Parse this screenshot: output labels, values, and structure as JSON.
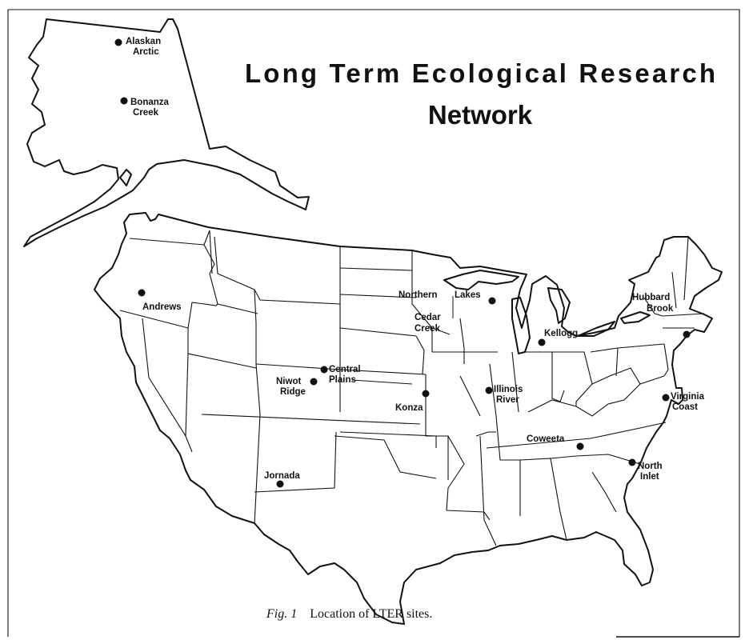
{
  "title": {
    "line1": "Long Term Ecological Research",
    "line2": "Network"
  },
  "caption": {
    "label": "Fig. 1",
    "text": "Location of LTER sites."
  },
  "colors": {
    "ink": "#111111",
    "paper": "#ffffff"
  },
  "sites": [
    {
      "id": "alaskan-arctic",
      "lines": [
        "Alaskan",
        "Arctic"
      ]
    },
    {
      "id": "bonanza-creek",
      "lines": [
        "Bonanza",
        "Creek"
      ]
    },
    {
      "id": "andrews",
      "lines": [
        "Andrews"
      ]
    },
    {
      "id": "northern-lakes",
      "lines": [
        "Northern",
        "Lakes"
      ]
    },
    {
      "id": "cedar-creek",
      "lines": [
        "Cedar",
        "Creek"
      ]
    },
    {
      "id": "hubbard-brook",
      "lines": [
        "Hubbard",
        "Brook"
      ]
    },
    {
      "id": "kellogg",
      "lines": [
        "Kellogg"
      ]
    },
    {
      "id": "central-plains",
      "lines": [
        "Central",
        "Plains"
      ]
    },
    {
      "id": "niwot-ridge",
      "lines": [
        "Niwot",
        "Ridge"
      ]
    },
    {
      "id": "illinois-river",
      "lines": [
        "Illinois",
        "River"
      ]
    },
    {
      "id": "konza",
      "lines": [
        "Konza"
      ]
    },
    {
      "id": "virginia-coast",
      "lines": [
        "Virginia",
        "Coast"
      ]
    },
    {
      "id": "coweeta",
      "lines": [
        "Coweeta"
      ]
    },
    {
      "id": "north-inlet",
      "lines": [
        "North",
        "Inlet"
      ]
    },
    {
      "id": "jornada",
      "lines": [
        "Jornada"
      ]
    }
  ]
}
